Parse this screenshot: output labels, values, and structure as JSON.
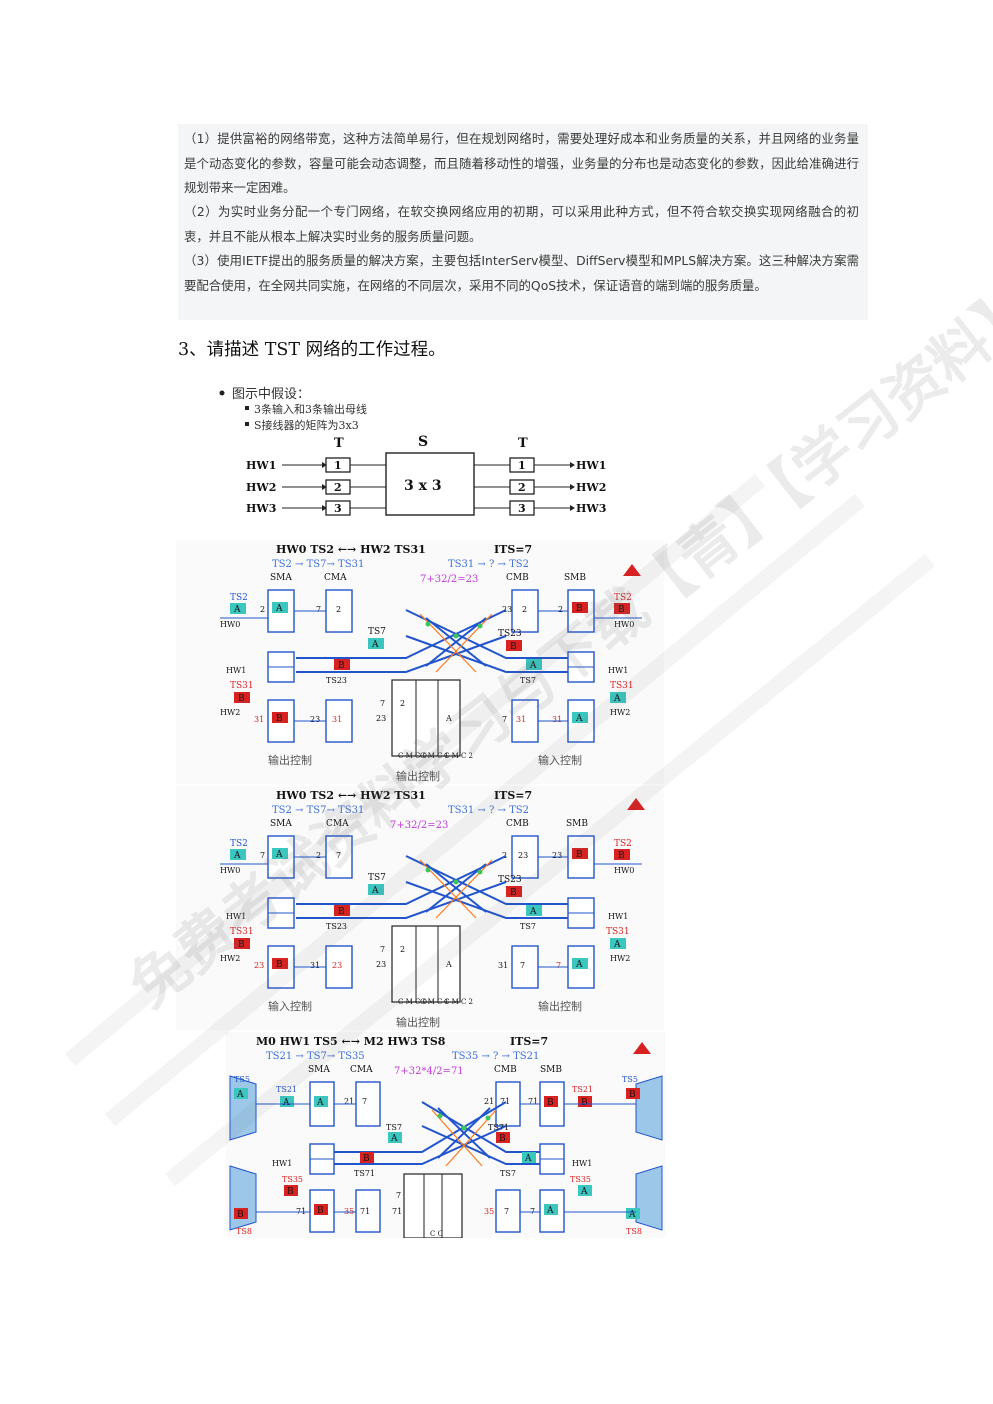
{
  "answer": {
    "p1": "（1）提供富裕的网络带宽，这种方法简单易行，但在规划网络时，需要处理好成本和业务质量的关系，并且网络的业务量是个动态变化的参数，容量可能会动态调整，而且随着移动性的增强，业务量的分布也是动态变化的参数，因此给准确进行规划带来一定困难。",
    "p2": "（2）为实时业务分配一个专门网络，在软交换网络应用的初期，可以采用此种方式，但不符合软交换实现网络融合的初衷，并且不能从根本上解决实时业务的服务质量问题。",
    "p3": "（3）使用IETF提出的服务质量的解决方案，主要包括InterServ模型、DiffServ模型和MPLS解决方案。这三种解决方案需要配合使用，在全网共同实施，在网络的不同层次，采用不同的QoS技术，保证语音的端到端的服务质量。"
  },
  "question": "3、请描述 TST 网络的工作过程。",
  "fig1": {
    "bullet0": "图示中假设：",
    "bullet1": "3条输入和3条输出母线",
    "bullet2": "S接线器的矩阵为3x3",
    "t_left": "T",
    "s_label": "S",
    "t_right": "T",
    "matrix": "3 x 3",
    "hw_in": [
      "HW1",
      "HW2",
      "HW3"
    ],
    "hw_out": [
      "HW1",
      "HW2",
      "HW3"
    ],
    "t_nums": [
      "1",
      "2",
      "3"
    ]
  },
  "fig2": {
    "title": "HW0 TS2 ←→ HW2 TS31",
    "its": "ITS=7",
    "route_a": "TS2 → TS7→ TS31",
    "route_b": "TS31 → ? → TS2",
    "formula": "7+32/2=23",
    "sma": "SMA",
    "cma": "CMA",
    "cmb": "CMB",
    "smb": "SMB",
    "ts2_l": "TS2",
    "ts2_r": "TS2",
    "ts31_l": "TS31",
    "ts31_r": "TS31",
    "ts7": "TS7",
    "ts23": "TS23",
    "ts23_b": "TS23",
    "ts7_b": "TS7",
    "hw0_l": "HW0",
    "hw0_r": "HW0",
    "hw1_l": "HW1",
    "hw1_r": "HW1",
    "hw2_l": "HW2",
    "hw2_r": "HW2",
    "a": "A",
    "b": "B",
    "n2": "2",
    "n7": "7",
    "n23": "23",
    "n31": "31",
    "cmc": [
      "C M C 0",
      "C M C 1",
      "C M C 2"
    ],
    "left_ctrl": "输出控制",
    "right_ctrl": "输入控制",
    "mid_ctrl": "输出控制"
  },
  "fig3": {
    "title": "HW0 TS2 ←→ HW2 TS31",
    "its": "ITS=7",
    "route_a": "TS2 → TS7→ TS31",
    "route_b": "TS31 → ? → TS2",
    "formula": "7+32/2=23",
    "sma": "SMA",
    "cma": "CMA",
    "cmb": "CMB",
    "smb": "SMB",
    "ts2_l": "TS2",
    "ts2_r": "TS2",
    "ts31_l": "TS31",
    "ts31_r": "TS31",
    "ts7": "TS7",
    "ts23": "TS23",
    "ts23_b": "TS23",
    "ts7_b": "TS7",
    "hw0_l": "HW0",
    "hw0_r": "HW0",
    "hw1_l": "HW1",
    "hw1_r": "HW1",
    "hw2_l": "HW2",
    "hw2_r": "HW2",
    "a": "A",
    "b": "B",
    "n2": "2",
    "n7": "7",
    "n23": "23",
    "n31": "31",
    "cmc": [
      "C M C 0",
      "C M C 1",
      "C M C 2"
    ],
    "left_ctrl": "输入控制",
    "right_ctrl": "输出控制",
    "mid_ctrl": "输出控制"
  },
  "fig4": {
    "title": "M0 HW1 TS5 ←→ M2  HW3 TS8",
    "its": "ITS=7",
    "route_a": "TS21 → TS7→ TS35",
    "route_b": "TS35 → ? → TS21",
    "formula": "7+32*4/2=71",
    "sma": "SMA",
    "cma": "CMA",
    "cmb": "CMB",
    "smb": "SMB",
    "ts5_l": "TS5",
    "ts5_r": "TS5",
    "ts21_l": "TS21",
    "ts21_r": "TS21",
    "ts7": "TS7",
    "ts71": "TS71",
    "ts71_b": "TS71",
    "ts7_b": "TS7",
    "ts35_l": "TS35",
    "ts35_r": "TS35",
    "ts8_l": "TS8",
    "ts8_r": "TS8",
    "hw1_l": "HW1",
    "hw1_r": "HW1",
    "a": "A",
    "b": "B",
    "n7": "7",
    "n21": "21",
    "n35": "35",
    "n71": "71",
    "cc": "C C"
  },
  "watermark": "免费考试资料学习与下载【青】【学习资料】APP"
}
